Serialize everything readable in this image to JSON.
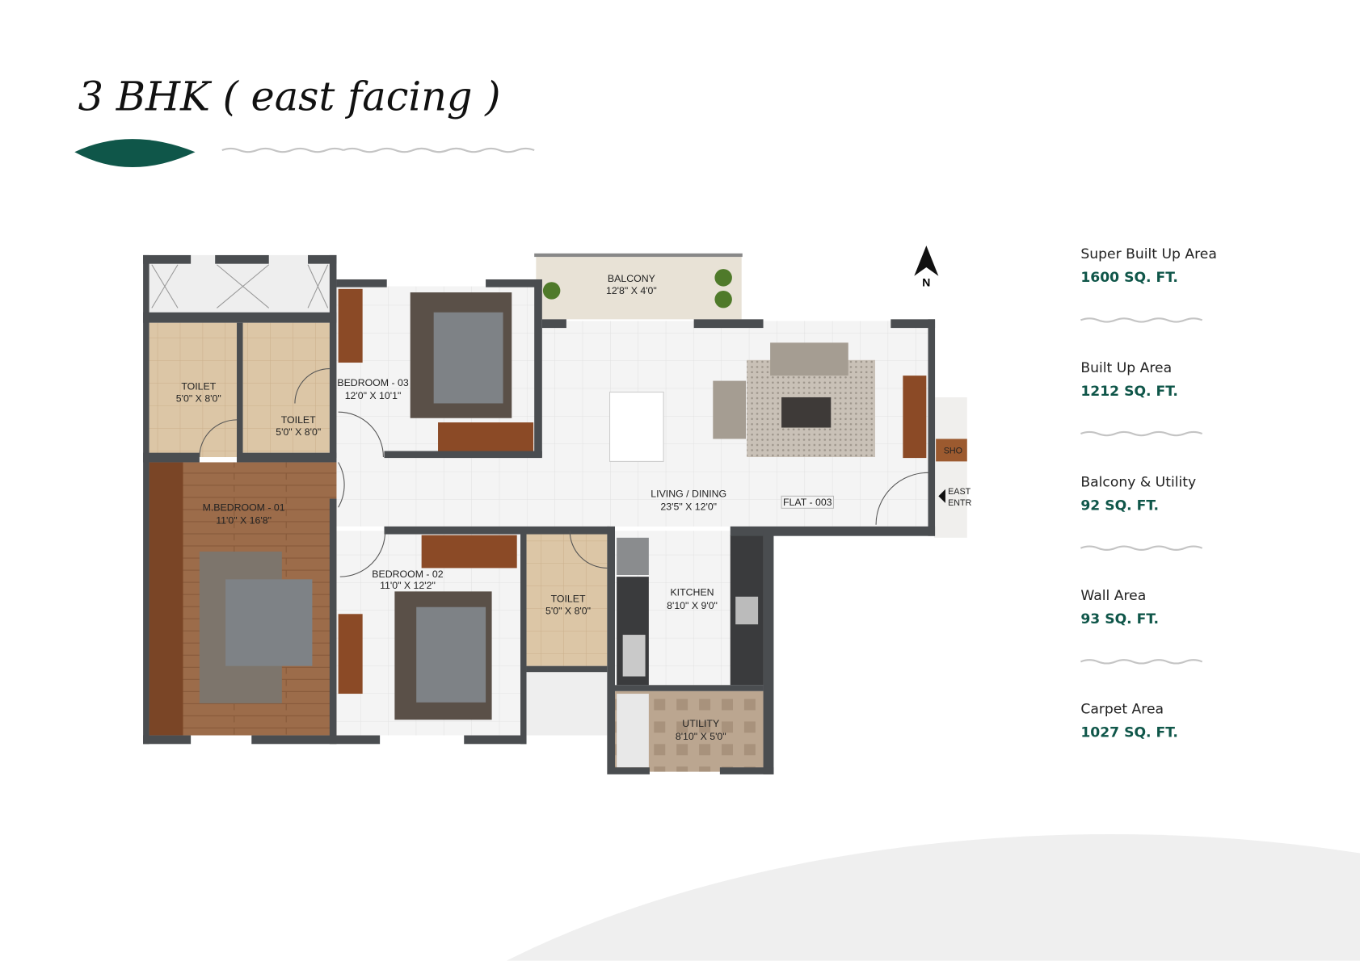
{
  "title": "3 BHK ( east facing )",
  "colors": {
    "accent": "#0f5649",
    "wall": "#4a4d50",
    "wood": "#9a6a48",
    "tile": "#d9c3a4"
  },
  "compass": {
    "label": "N",
    "icon": "north-arrow-icon"
  },
  "plan": {
    "flat_label": "FLAT - 003",
    "shoe_label": "SHO",
    "entry_label_1": "EAST",
    "entry_label_2": "ENTR",
    "rooms": [
      {
        "name": "BALCONY",
        "size": "12'8\" X 4'0\""
      },
      {
        "name": "TOILET",
        "size": "5'0\" X 8'0\""
      },
      {
        "name": "TOILET",
        "size": "5'0\" X 8'0\""
      },
      {
        "name": "BEDROOM - 03",
        "size": "12'0\" X 10'1\""
      },
      {
        "name": "LIVING / DINING",
        "size": "23'5\" X 12'0\""
      },
      {
        "name": "M.BEDROOM - 01",
        "size": "11'0\" X 16'8\""
      },
      {
        "name": "BEDROOM - 02",
        "size": "11'0\" X 12'2\""
      },
      {
        "name": "TOILET",
        "size": "5'0\" X 8'0\""
      },
      {
        "name": "KITCHEN",
        "size": "8'10\" X 9'0\""
      },
      {
        "name": "UTILITY",
        "size": "8'10\" X 5'0\""
      }
    ]
  },
  "areas": [
    {
      "label": "Super Built Up Area",
      "value": "1600 SQ. FT."
    },
    {
      "label": "Built Up Area",
      "value": "1212 SQ. FT."
    },
    {
      "label": "Balcony & Utility",
      "value": "92 SQ. FT."
    },
    {
      "label": "Wall Area",
      "value": "93 SQ. FT."
    },
    {
      "label": "Carpet Area",
      "value": "1027 SQ. FT."
    }
  ]
}
